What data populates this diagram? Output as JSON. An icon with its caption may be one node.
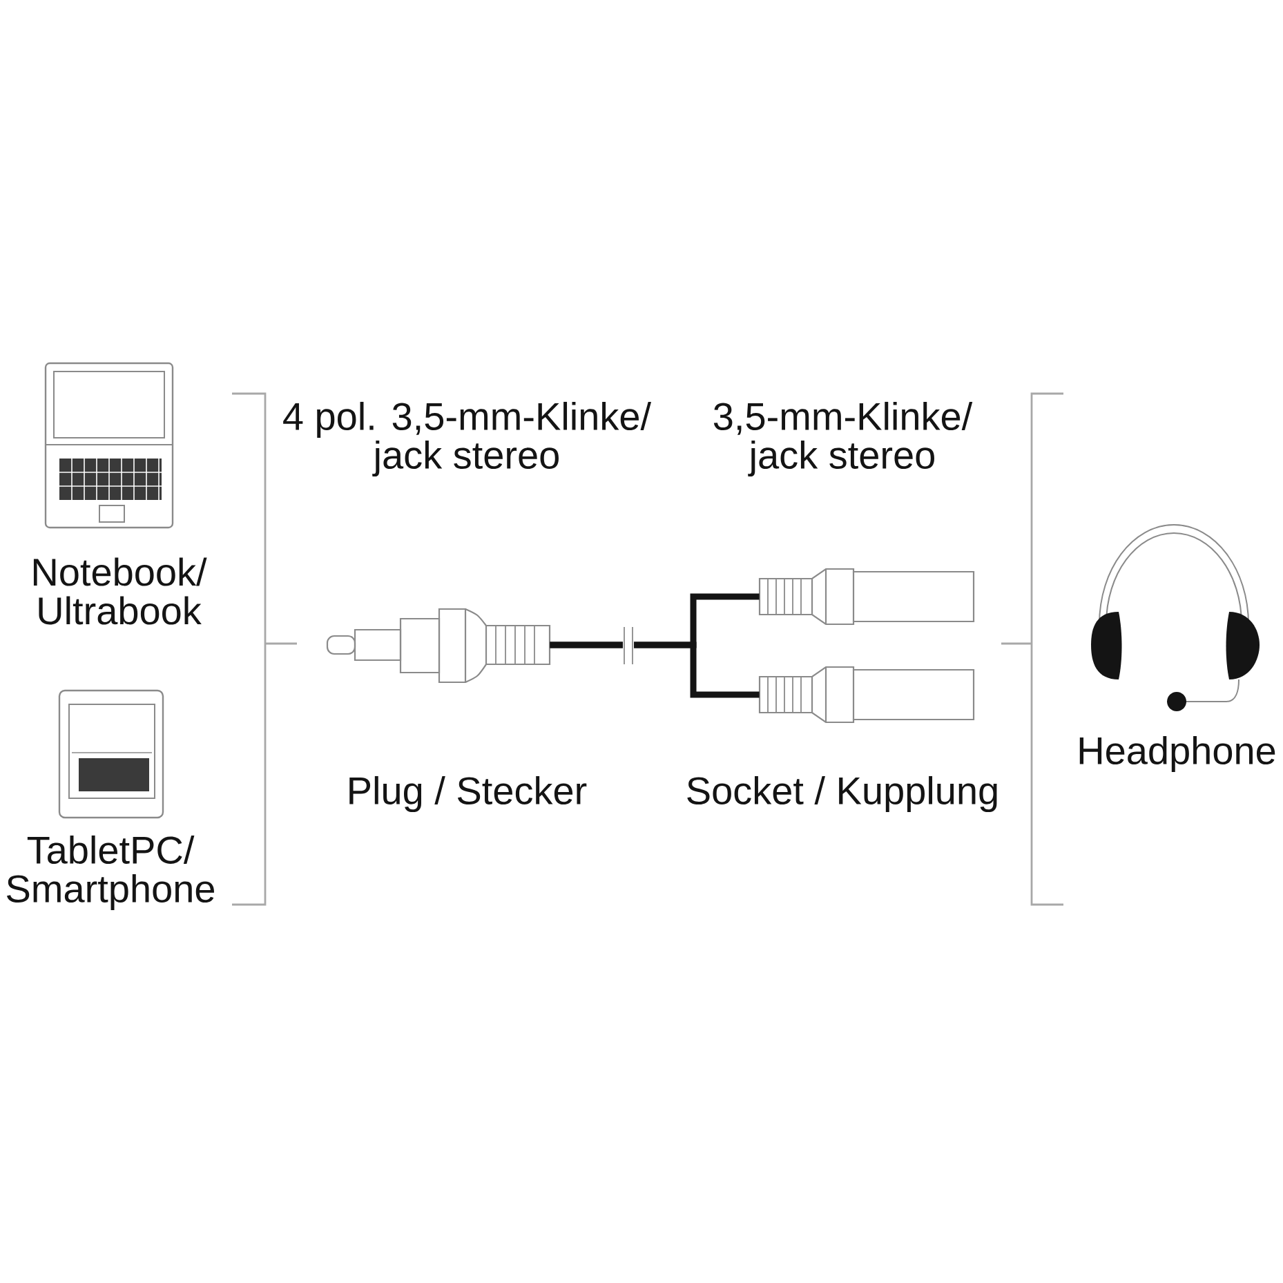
{
  "diagram": {
    "nodes": [
      {
        "text": [
          "Notebook/ Ultrabook"
        ]
      },
      {
        "text": [
          "TabletPC/ Smartphone"
        ]
      },
      {
        "text": [],
        "shape": "picture"
      },
      {
        "text": [],
        "shape": "picture"
      },
      {
        "text": [],
        "shape": "picture"
      },
      {
        "text": [
          "Headphone"
        ]
      }
    ],
    "edges": [
      {
        "from": 2,
        "to": 3,
        "arrow": "none"
      },
      {
        "from": 2,
        "to": 4,
        "arrow": "none"
      }
    ],
    "labels": [
      "4 pol. 3,5-mm-Klinke/ jack stereo",
      "3,5-mm-Klinke/ jack stereo",
      "Plug / Stecker",
      "Socket / Kupplung"
    ]
  }
}
